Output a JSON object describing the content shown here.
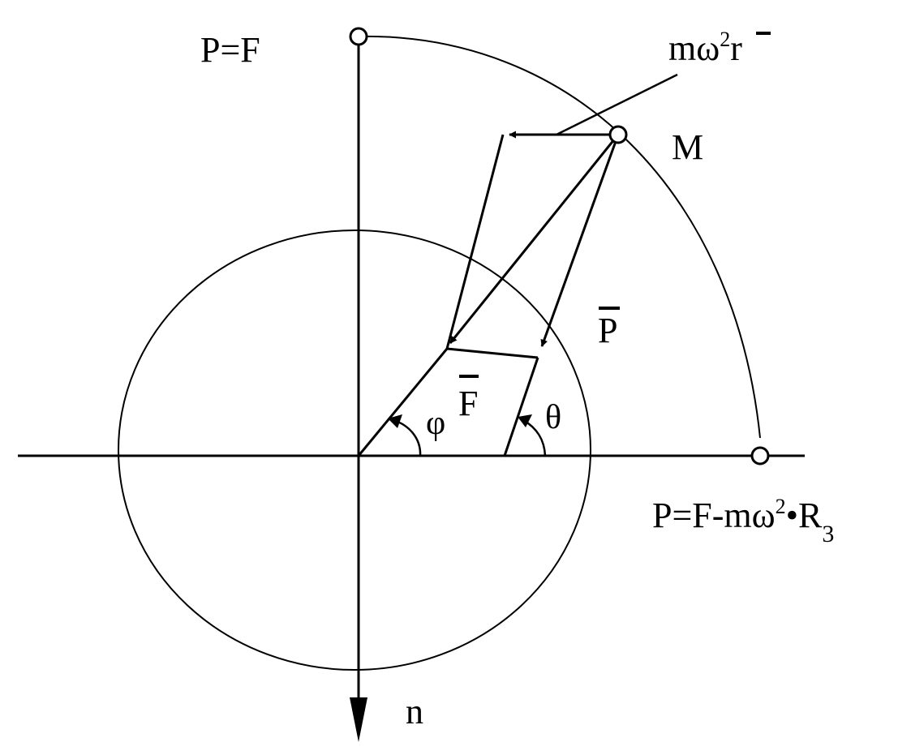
{
  "colors": {
    "ink": "#000000",
    "background": "#ffffff"
  },
  "labels": {
    "top_point": "P=F",
    "right_point": "P=F-mω",
    "right_point_sup": "2",
    "right_point_dot": "•",
    "right_point_R": "R",
    "right_point_sub": "3",
    "inertia_m": "mω",
    "inertia_sup": "2",
    "inertia_r": "r",
    "point_M": "M",
    "vector_P": "P",
    "vector_F": "F",
    "angle_phi": "φ",
    "angle_theta": "θ",
    "axis_n": "n"
  }
}
